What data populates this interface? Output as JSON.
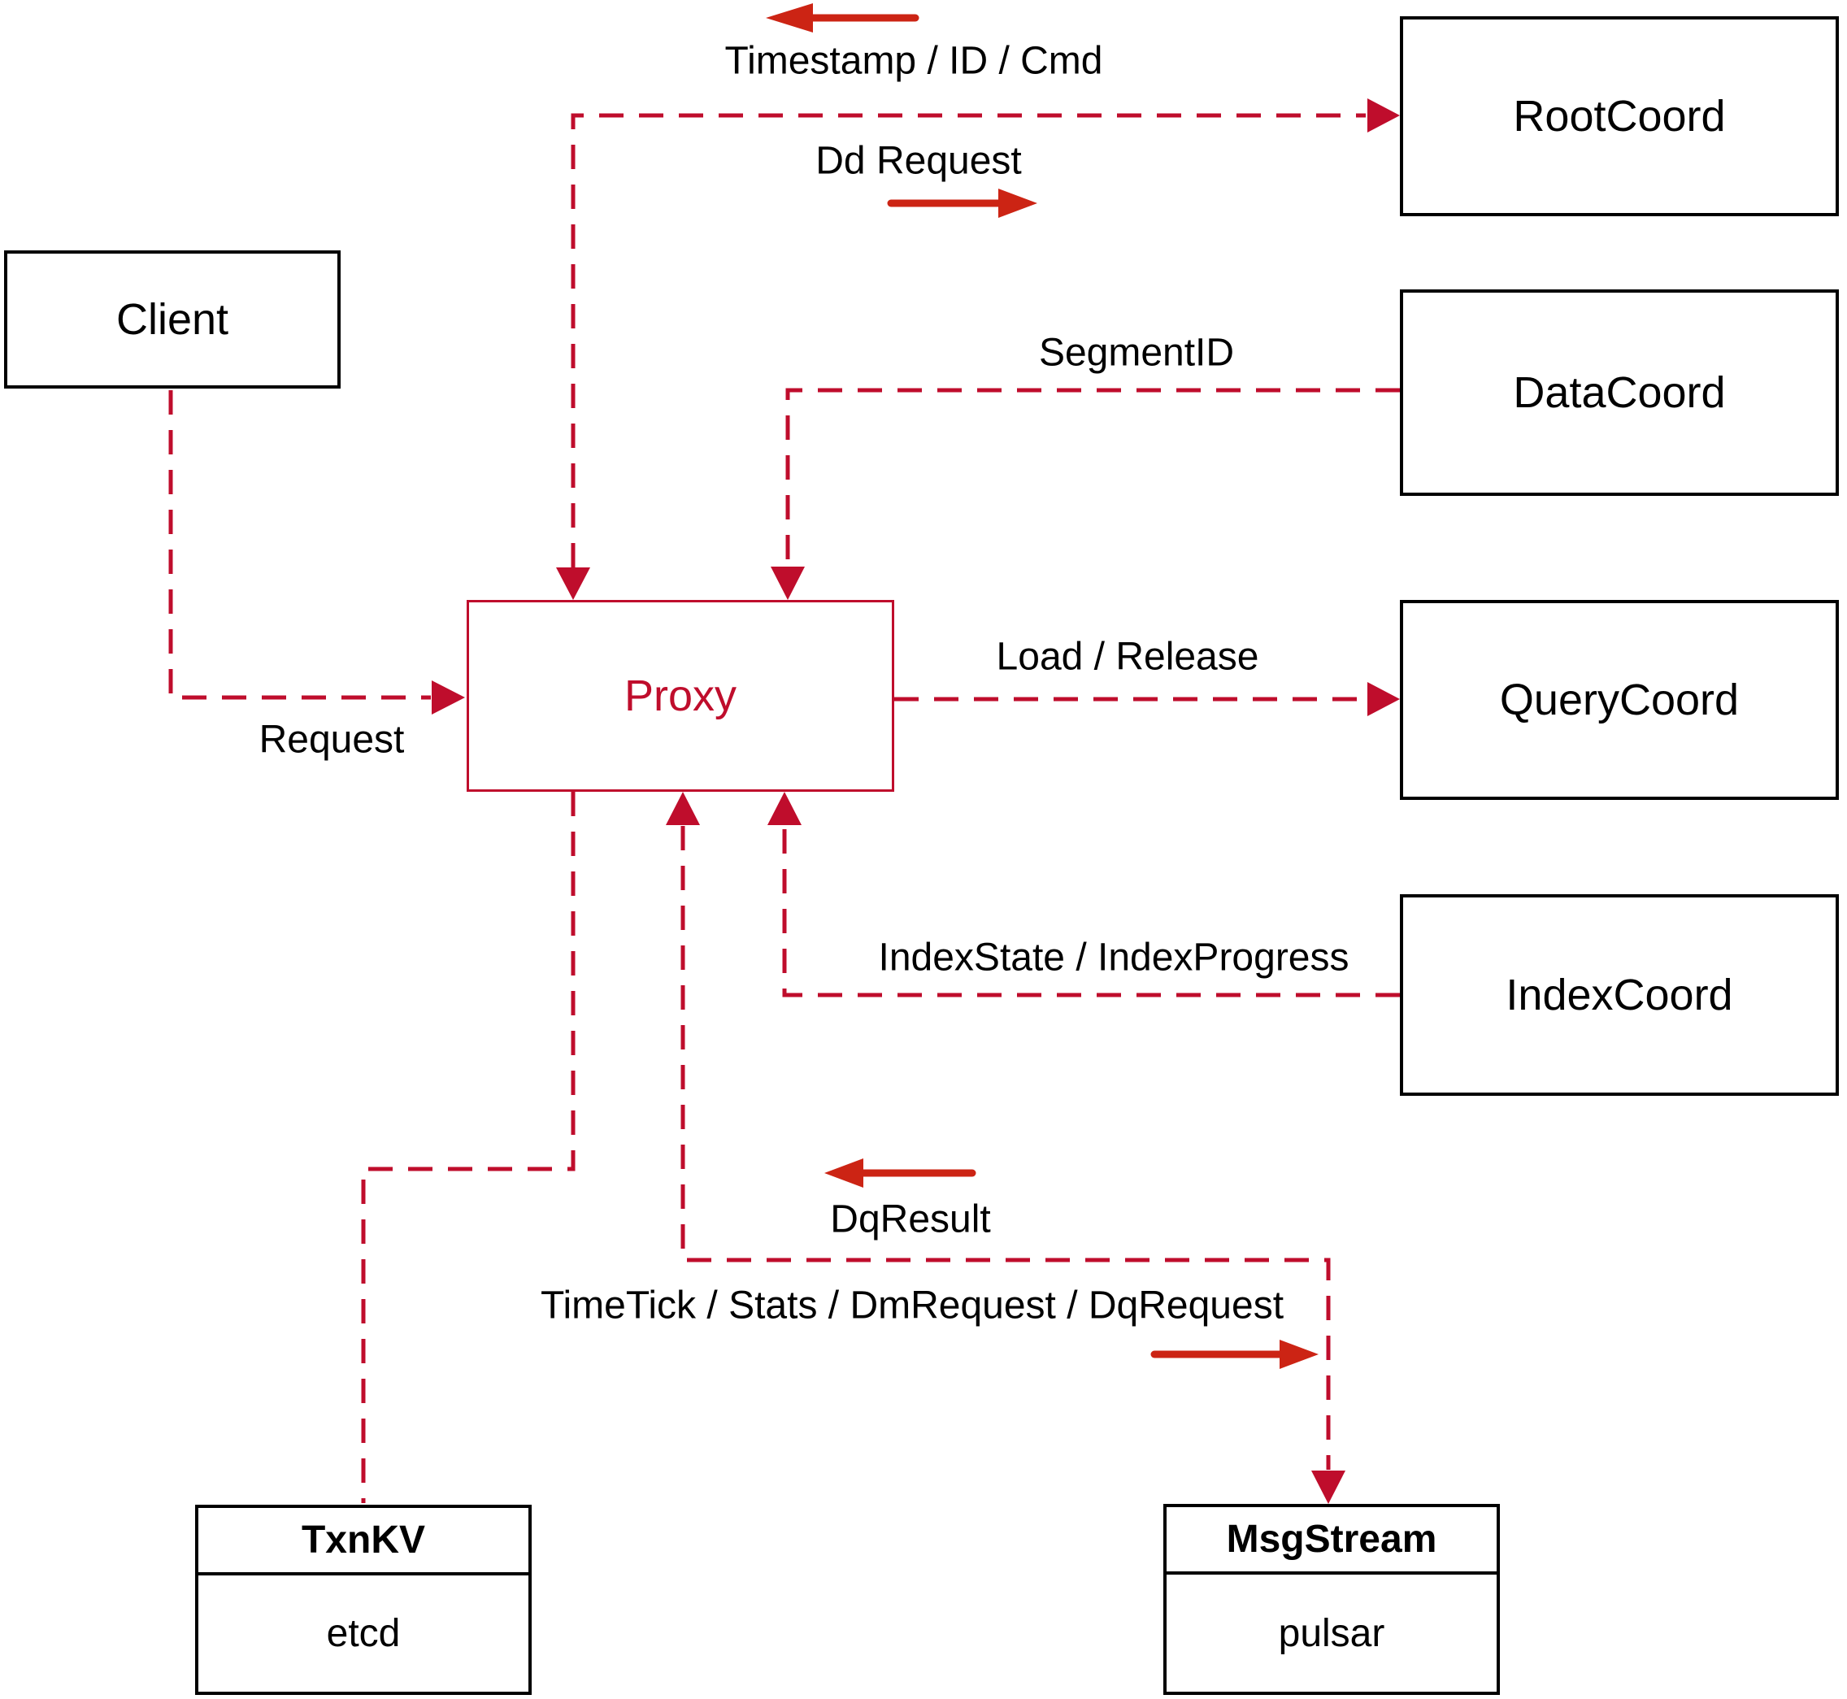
{
  "nodes": {
    "client": {
      "label": "Client"
    },
    "root_coord": {
      "label": "RootCoord"
    },
    "data_coord": {
      "label": "DataCoord"
    },
    "query_coord": {
      "label": "QueryCoord"
    },
    "index_coord": {
      "label": "IndexCoord"
    },
    "proxy": {
      "label": "Proxy"
    },
    "txn_kv": {
      "title": "TxnKV",
      "subtitle": "etcd"
    },
    "msg_stream": {
      "title": "MsgStream",
      "subtitle": "pulsar"
    }
  },
  "edge_labels": {
    "timestamp_id_cmd": "Timestamp / ID / Cmd",
    "dd_request": "Dd Request",
    "segment_id": "SegmentID",
    "request": "Request",
    "load_release": "Load / Release",
    "index_state_progress": "IndexState / IndexProgress",
    "dq_result": "DqResult",
    "timetick_stats": "TimeTick / Stats / DmRequest / DqRequest"
  },
  "colors": {
    "dashed_line": "#bf0d2c",
    "solid_arrow": "#cc2414",
    "box_border": "#000000",
    "label_text": "#000000",
    "background": "#ffffff"
  }
}
